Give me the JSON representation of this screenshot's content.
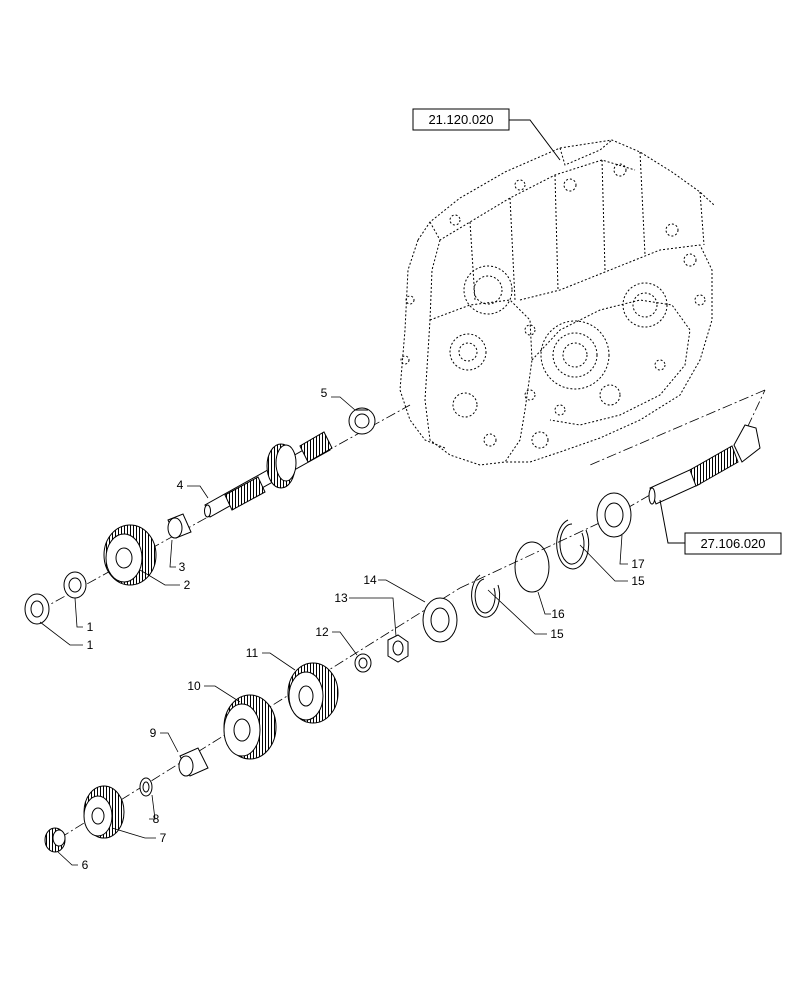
{
  "references": {
    "housing": "21.120.020",
    "pinion_shaft": "27.106.020"
  },
  "callouts": {
    "c1a": "1",
    "c1b": "1",
    "c2": "2",
    "c3": "3",
    "c4": "4",
    "c5": "5",
    "c6": "6",
    "c7": "7",
    "c8": "8",
    "c9": "9",
    "c10": "10",
    "c11": "11",
    "c12": "12",
    "c13": "13",
    "c14": "14",
    "c15a": "15",
    "c15b": "15",
    "c16": "16",
    "c17": "17"
  }
}
